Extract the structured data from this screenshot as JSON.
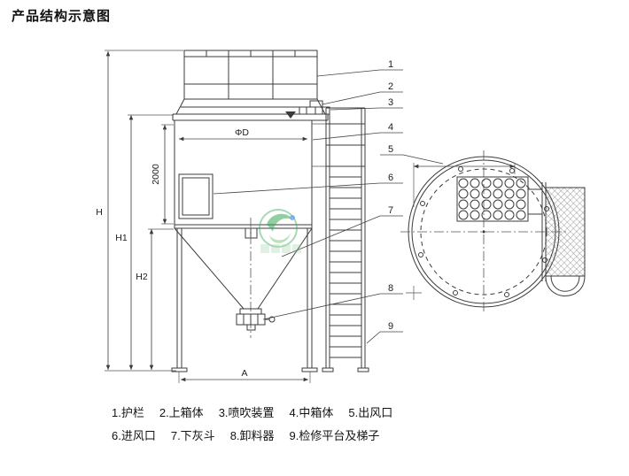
{
  "title": "产品结构示意图",
  "front_view": {
    "dim_H": "H",
    "dim_H1": "H1",
    "dim_H2": "H2",
    "dim_2000": "2000",
    "dim_phiD": "ΦD",
    "dim_A": "A"
  },
  "callouts": [
    "1",
    "2",
    "3",
    "4",
    "5",
    "6",
    "7",
    "8",
    "9"
  ],
  "legend": {
    "row1": [
      "1.护栏",
      "2.上箱体",
      "3.喷吹装置",
      "4.中箱体",
      "5.出风口"
    ],
    "row2": [
      "6.进风口",
      "7.下灰斗",
      "8.卸料器",
      "9.检修平台及梯子"
    ]
  },
  "colors": {
    "line": "#3b3b3b",
    "watermark_green": "#3aa657"
  }
}
